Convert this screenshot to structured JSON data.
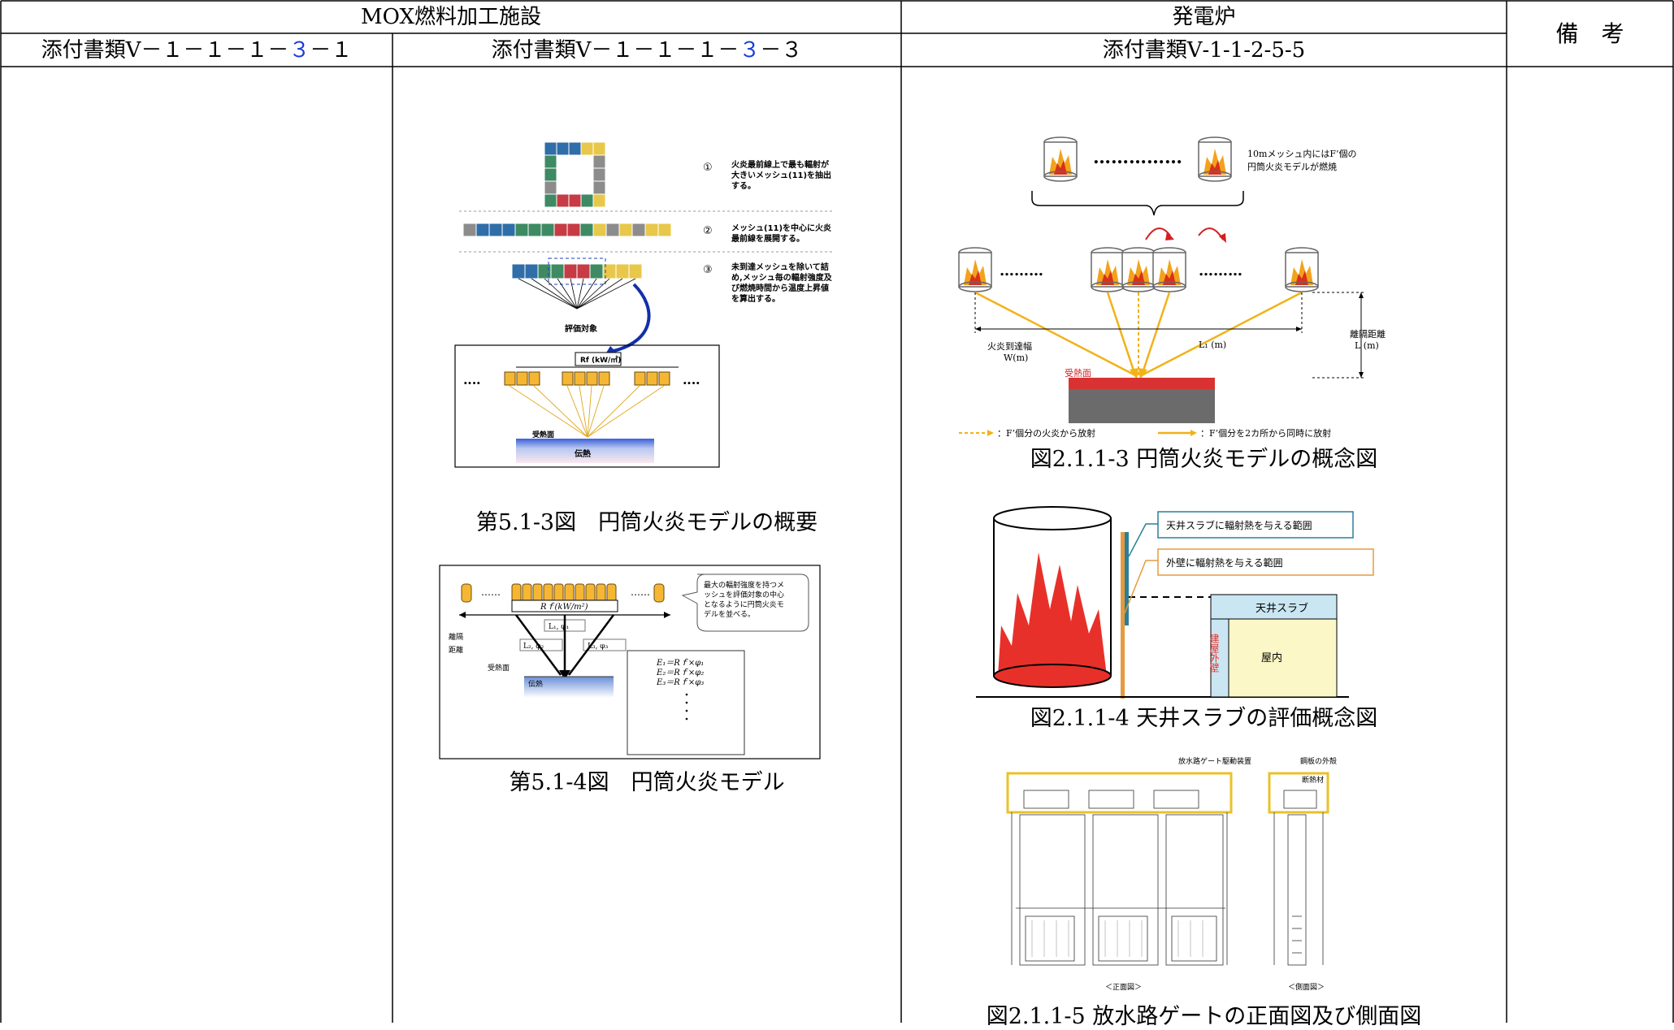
{
  "header": {
    "col_group_1": "MOX燃料加工施設",
    "col_group_2": "発電炉",
    "remarks": "備　考",
    "sub_1": {
      "prefix": "添付書類Ⅴ－１－１－１－",
      "highlight": "３",
      "suffix": "－１"
    },
    "sub_2": {
      "prefix": "添付書類Ⅴ－１－１－１－",
      "highlight": "３",
      "suffix": "－３"
    },
    "sub_3": "添付書類Ⅴ-1-1-2-5-5"
  },
  "figures": {
    "f513": {
      "caption": "第5.1-3図　円筒火炎モデルの概要",
      "step1": "火炎最前線上で最も輻射が大きいメッシュ(11)を抽出する。",
      "step2": "メッシュ(11)を中心に火炎最前線を展開する。",
      "step3": "未到達メッシュを除いて詰め,メッシュ毎の輻射強度及び燃焼時間から温度上昇値を算出する。",
      "num1": "①",
      "num2": "②",
      "num3": "③",
      "target": "評価対象",
      "rf": "Rf (kW/㎡)",
      "receive": "受熱面",
      "heat": "伝熱",
      "dots": "‥‥"
    },
    "f514": {
      "caption": "第5.1-4図　円筒火炎モデル",
      "note": "最大の輻射強度を持つメッシュを評価対象の中心となるように円筒火炎モデルを並べる。",
      "rf": "Rｆ(kW/m²)",
      "l1": "L₁, φ₁",
      "l2": "L₂, φ₂",
      "l3": "L₃, φ₃",
      "sep1": "離隔",
      "sep2": "距離",
      "receive": "受熱面",
      "heat": "伝熱",
      "e1": "E₁＝Rｆ×φ₁",
      "e2": "E₂＝Rｆ×φ₂",
      "e3": "E₃＝Rｆ×φ₃"
    },
    "f2113": {
      "caption": "図2.1.1-3 円筒火炎モデルの概念図",
      "mesh_note_1": "10mメッシュ内にはF’個の",
      "mesh_note_2": "円筒火炎モデルが燃焼",
      "width_label_1": "火炎到達幅",
      "width_label_2": "W(m)",
      "l1": "L₁ (m)",
      "dist_1": "離隔距離",
      "dist_2": "L (m)",
      "receive": "受熱面",
      "legend_1": "：F’個分の火炎から放射",
      "legend_2": "：F’個分を2カ所から同時に放射"
    },
    "f2114": {
      "caption": "図2.1.1-4 天井スラブの評価概念図",
      "box_1": "天井スラブに輻射熱を与える範囲",
      "box_2": "外壁に輻射熱を与える範囲",
      "slab": "天井スラブ",
      "wall": "建屋外壁",
      "inside": "屋内"
    },
    "f2115": {
      "caption": "図2.1.1-5 放水路ゲートの正面図及び側面図",
      "label_1": "放水路ゲート駆動装置",
      "label_2": "鋼板の外殻",
      "label_3": "断熱材",
      "front": "＜正面図＞",
      "side": "＜側面図＞"
    }
  }
}
